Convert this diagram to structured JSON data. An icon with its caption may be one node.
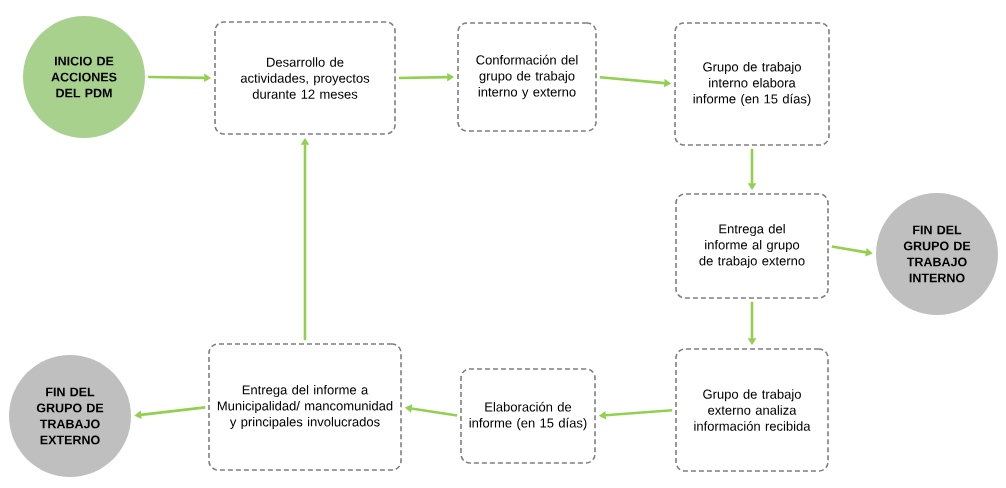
{
  "diagram": {
    "nodes": [
      {
        "text": [
          "INICIO DE ACCIONES DEL PDM"
        ]
      },
      {
        "text": [
          "Desarrollo de actividades, proyectos durante 12 meses"
        ]
      },
      {
        "text": [
          "Conformación del grupo de trabajo interno y externo"
        ]
      },
      {
        "text": [
          "Grupo de trabajo interno elabora informe (en 15 días)"
        ]
      },
      {
        "text": [
          "Entrega del informe al grupo de trabajo externo"
        ]
      },
      {
        "text": [
          "FIN DEL GRUPO DE TRABAJO INTERNO"
        ]
      },
      {
        "text": [
          "Grupo de trabajo externo analiza información recibida"
        ]
      },
      {
        "text": [
          "Elaboración de informe (en 15 días)"
        ]
      },
      {
        "text": [
          "Entrega del informe a Municipalidad/ mancomunidad y principales involucrados"
        ]
      },
      {
        "text": [
          "FIN DEL GRUPO DE TRABAJO EXTERNO"
        ]
      }
    ],
    "edges": [
      {
        "from": 0,
        "to": 1,
        "arrow": "to"
      },
      {
        "from": 1,
        "to": 2,
        "arrow": "to"
      },
      {
        "from": 2,
        "to": 3,
        "arrow": "to"
      },
      {
        "from": 3,
        "to": 4,
        "arrow": "to"
      },
      {
        "from": 4,
        "to": 5,
        "arrow": "to"
      },
      {
        "from": 4,
        "to": 6,
        "arrow": "to"
      },
      {
        "from": 6,
        "to": 7,
        "arrow": "to"
      },
      {
        "from": 7,
        "to": 8,
        "arrow": "to"
      },
      {
        "from": 8,
        "to": 9,
        "arrow": "to"
      },
      {
        "from": 8,
        "to": 1,
        "arrow": "to"
      }
    ]
  }
}
